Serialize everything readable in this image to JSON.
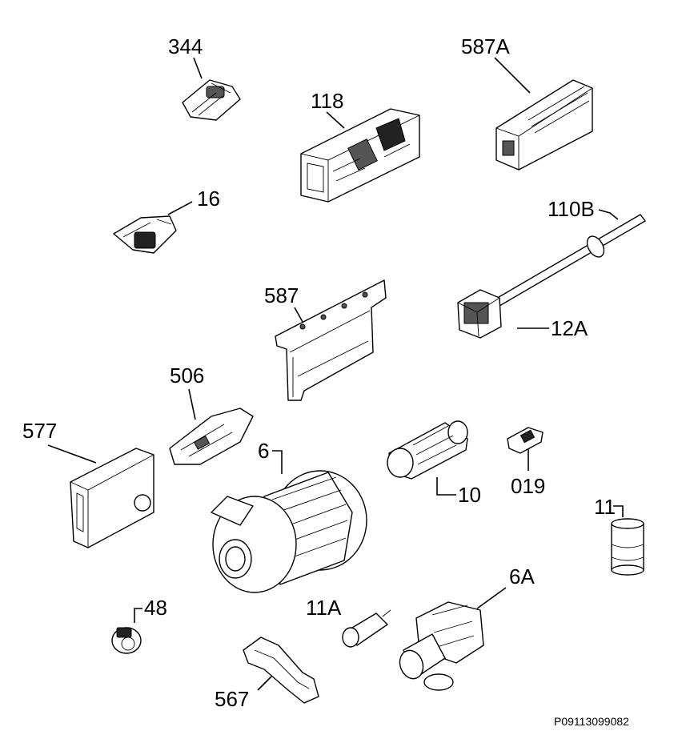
{
  "labels": {
    "p344": "344",
    "p587A": "587A",
    "p118": "118",
    "p16": "16",
    "p110B": "110B",
    "p587": "587",
    "p12A": "12A",
    "p506": "506",
    "p577": "577",
    "p6": "6",
    "p10": "10",
    "p019": "019",
    "p11": "11",
    "p48": "48",
    "p11A": "11A",
    "p6A": "6A",
    "p567": "567"
  },
  "reference_code": "P09113099082"
}
